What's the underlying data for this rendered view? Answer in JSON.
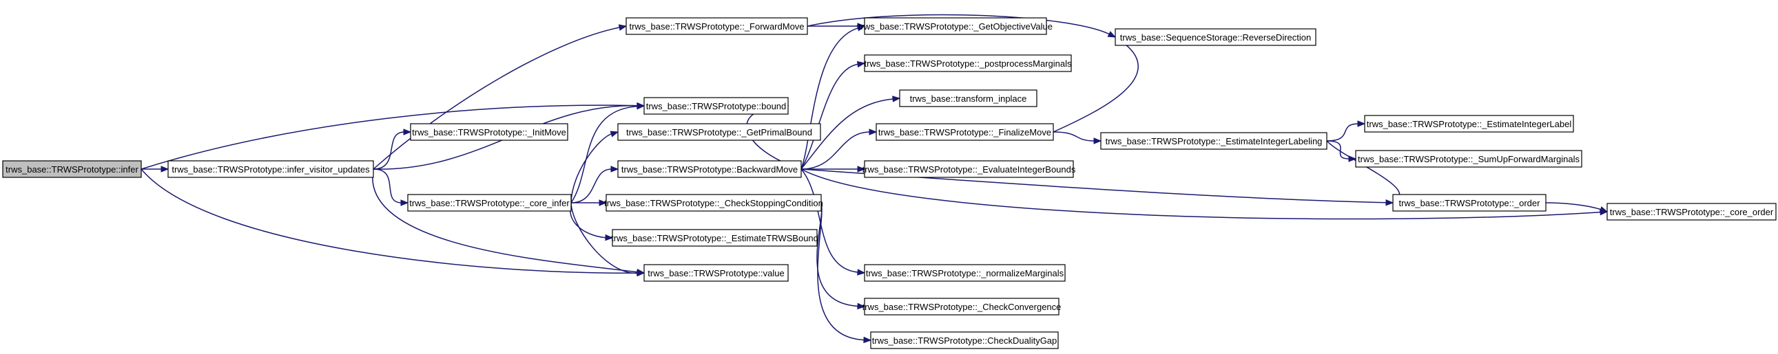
{
  "graph": {
    "nodes": [
      {
        "id": "infer",
        "label": "trws_base::TRWSPrototype::infer",
        "highlighted": true
      },
      {
        "id": "infer_visitor_updates",
        "label": "trws_base::TRWSPrototype::infer_visitor_updates"
      },
      {
        "id": "_ForwardMove",
        "label": "trws_base::TRWSPrototype::_ForwardMove"
      },
      {
        "id": "bound",
        "label": "trws_base::TRWSPrototype::bound"
      },
      {
        "id": "_InitMove",
        "label": "trws_base::TRWSPrototype::_InitMove"
      },
      {
        "id": "_GetPrimalBound",
        "label": "trws_base::TRWSPrototype::_GetPrimalBound"
      },
      {
        "id": "_core_infer",
        "label": "trws_base::TRWSPrototype::_core_infer"
      },
      {
        "id": "BackwardMove",
        "label": "trws_base::TRWSPrototype::BackwardMove"
      },
      {
        "id": "_CheckStoppingCondition",
        "label": "trws_base::TRWSPrototype::_CheckStoppingCondition"
      },
      {
        "id": "_EstimateTRWSBound",
        "label": "trws_base::TRWSPrototype::_EstimateTRWSBound"
      },
      {
        "id": "value",
        "label": "trws_base::TRWSPrototype::value"
      },
      {
        "id": "_GetObjectiveValue",
        "label": "trws_base::TRWSPrototype::_GetObjectiveValue"
      },
      {
        "id": "_postprocessMarginals",
        "label": "trws_base::TRWSPrototype::_postprocessMarginals"
      },
      {
        "id": "transform_inplace",
        "label": "trws_base::transform_inplace"
      },
      {
        "id": "_FinalizeMove",
        "label": "trws_base::TRWSPrototype::_FinalizeMove"
      },
      {
        "id": "_EvaluateIntegerBounds",
        "label": "trws_base::TRWSPrototype::_EvaluateIntegerBounds"
      },
      {
        "id": "_normalizeMarginals",
        "label": "trws_base::TRWSPrototype::_normalizeMarginals"
      },
      {
        "id": "_CheckConvergence",
        "label": "trws_base::TRWSPrototype::_CheckConvergence"
      },
      {
        "id": "CheckDualityGap",
        "label": "trws_base::TRWSPrototype::CheckDualityGap"
      },
      {
        "id": "ReverseDirection",
        "label": "trws_base::SequenceStorage::ReverseDirection"
      },
      {
        "id": "_EstimateIntegerLabeling",
        "label": "trws_base::TRWSPrototype::_EstimateIntegerLabeling"
      },
      {
        "id": "_EstimateIntegerLabel",
        "label": "trws_base::TRWSPrototype::_EstimateIntegerLabel"
      },
      {
        "id": "_SumUpForwardMarginals",
        "label": "trws_base::TRWSPrototype::_SumUpForwardMarginals"
      },
      {
        "id": "_order",
        "label": "trws_base::TRWSPrototype::_order"
      },
      {
        "id": "_core_order",
        "label": "trws_base::TRWSPrototype::_core_order"
      }
    ],
    "edges": [
      {
        "from": "infer",
        "to": "infer_visitor_updates"
      },
      {
        "from": "infer",
        "to": "bound"
      },
      {
        "from": "infer",
        "to": "value"
      },
      {
        "from": "infer_visitor_updates",
        "to": "_ForwardMove"
      },
      {
        "from": "infer_visitor_updates",
        "to": "_InitMove"
      },
      {
        "from": "infer_visitor_updates",
        "to": "bound"
      },
      {
        "from": "infer_visitor_updates",
        "to": "_core_infer"
      },
      {
        "from": "infer_visitor_updates",
        "to": "value"
      },
      {
        "from": "_ForwardMove",
        "to": "_GetObjectiveValue"
      },
      {
        "from": "_ForwardMove",
        "to": "ReverseDirection"
      },
      {
        "from": "_core_infer",
        "to": "bound"
      },
      {
        "from": "_core_infer",
        "to": "_GetPrimalBound"
      },
      {
        "from": "_core_infer",
        "to": "BackwardMove"
      },
      {
        "from": "_core_infer",
        "to": "_CheckStoppingCondition"
      },
      {
        "from": "_core_infer",
        "to": "_EstimateTRWSBound"
      },
      {
        "from": "_core_infer",
        "to": "value"
      },
      {
        "from": "BackwardMove",
        "to": "bound"
      },
      {
        "from": "BackwardMove",
        "to": "_GetObjectiveValue"
      },
      {
        "from": "BackwardMove",
        "to": "_postprocessMarginals"
      },
      {
        "from": "BackwardMove",
        "to": "transform_inplace"
      },
      {
        "from": "BackwardMove",
        "to": "_FinalizeMove"
      },
      {
        "from": "BackwardMove",
        "to": "_EvaluateIntegerBounds"
      },
      {
        "from": "BackwardMove",
        "to": "_order"
      },
      {
        "from": "BackwardMove",
        "to": "_core_order"
      },
      {
        "from": "BackwardMove",
        "to": "_normalizeMarginals"
      },
      {
        "from": "_CheckStoppingCondition",
        "to": "_CheckConvergence"
      },
      {
        "from": "_CheckStoppingCondition",
        "to": "CheckDualityGap"
      },
      {
        "from": "_FinalizeMove",
        "to": "ReverseDirection"
      },
      {
        "from": "_FinalizeMove",
        "to": "_EstimateIntegerLabeling"
      },
      {
        "from": "_EstimateIntegerLabeling",
        "to": "_EstimateIntegerLabel"
      },
      {
        "from": "_EstimateIntegerLabeling",
        "to": "_SumUpForwardMarginals"
      },
      {
        "from": "_EstimateIntegerLabeling",
        "to": "_order"
      },
      {
        "from": "_order",
        "to": "_core_order"
      }
    ]
  },
  "colors": {
    "node_fill": "#ffffff",
    "node_highlight_fill": "#bfbfbf",
    "node_border": "#000000",
    "edge": "#191970"
  }
}
